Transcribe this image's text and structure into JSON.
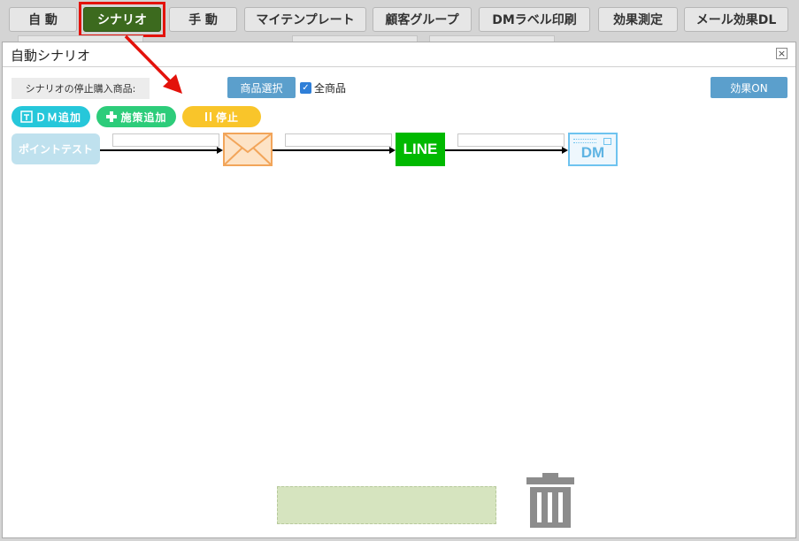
{
  "tabs": [
    {
      "label": "自 動"
    },
    {
      "label": "シナリオ"
    },
    {
      "label": "手 動"
    },
    {
      "label": "マイテンプレート"
    },
    {
      "label": "顧客グループ"
    },
    {
      "label": "DMラベル印刷"
    },
    {
      "label": "効果測定"
    },
    {
      "label": "メール効果DL"
    }
  ],
  "active_tab": "シナリオ",
  "dialog": {
    "title": "自動シナリオ",
    "close_glyph": "×",
    "stop_label": "シナリオの停止購入商品:",
    "product_select": "商品選択",
    "all_products_label": "全商品",
    "all_products_checked": true,
    "effect_button": "効果ON",
    "pills": {
      "dm_add": "ＤＭ追加",
      "measure_add": "施策追加",
      "stop": "停止"
    },
    "start_node": "ポイントテスト",
    "line_node": "LINE",
    "dm_node": "DM"
  },
  "colors": {
    "active_tab": "#3c6a1e",
    "highlight": "#e3120b",
    "pill_dm": "#26c7da",
    "pill_measure": "#2dcc7a",
    "pill_stop": "#f9c52a",
    "line_green": "#00b900",
    "mail_orange": "#f2a55a",
    "dm_blue": "#6ec3ef",
    "drop_zone": "#d6e4bf",
    "trash": "#8c8c8c"
  },
  "icons": [
    "close-icon",
    "checkbox-icon",
    "dm-add-icon",
    "plus-icon",
    "pause-icon",
    "mail-icon",
    "line-icon",
    "dm-icon",
    "trash-icon",
    "red-arrow"
  ]
}
